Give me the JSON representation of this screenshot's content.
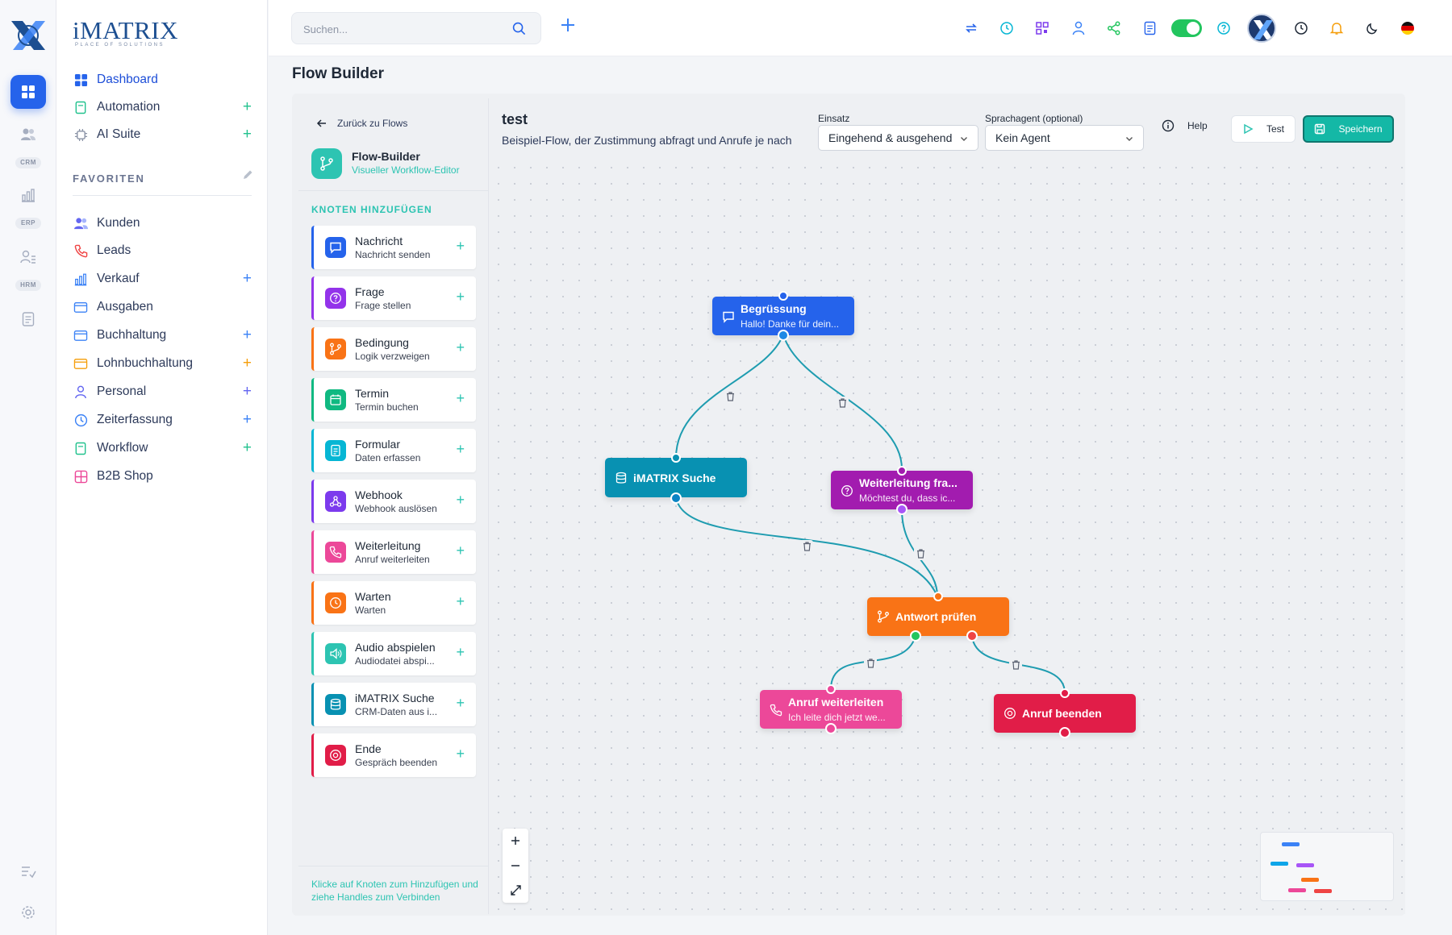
{
  "app": {
    "brand_name": "iMATRIX",
    "brand_tagline": "PLACE OF SOLUTIONS"
  },
  "rail": {
    "tags": [
      "CRM",
      "ERP",
      "HRM"
    ],
    "icons": [
      "grid-icon",
      "users-icon",
      "chart-icon",
      "user-list-icon",
      "document-icon",
      "tasks-icon",
      "gear-icon"
    ]
  },
  "sidebar": {
    "items": [
      {
        "label": "Dashboard",
        "icon": "grid-icon",
        "active": true,
        "plus": false
      },
      {
        "label": "Automation",
        "icon": "document-icon",
        "plus": true
      },
      {
        "label": "AI Suite",
        "icon": "chip-icon",
        "plus": true
      }
    ],
    "favorites_title": "FAVORITEN",
    "favorites": [
      {
        "label": "Kunden",
        "icon": "users-icon",
        "plus": false
      },
      {
        "label": "Leads",
        "icon": "phone-icon",
        "plus": false
      },
      {
        "label": "Verkauf",
        "icon": "chart-icon",
        "plus": true
      },
      {
        "label": "Ausgaben",
        "icon": "wallet-icon",
        "plus": false
      },
      {
        "label": "Buchhaltung",
        "icon": "wallet-icon",
        "plus": true
      },
      {
        "label": "Lohnbuchhaltung",
        "icon": "wallet-icon",
        "plus": true
      },
      {
        "label": "Personal",
        "icon": "user-icon",
        "plus": true
      },
      {
        "label": "Zeiterfassung",
        "icon": "clock-icon",
        "plus": true
      },
      {
        "label": "Workflow",
        "icon": "document-icon",
        "plus": true
      },
      {
        "label": "B2B Shop",
        "icon": "shop-icon",
        "plus": false
      }
    ]
  },
  "topbar": {
    "search_placeholder": "Suchen...",
    "plus": "+"
  },
  "page": {
    "title": "Flow Builder"
  },
  "panel": {
    "back_label": "Zurück zu Flows",
    "title": "Flow-Builder",
    "subtitle": "Visueller Workflow-Editor",
    "section_title": "KNOTEN HINZUFÜGEN",
    "plus": "+",
    "hint": "Klicke auf Knoten zum Hinzufügen und ziehe Handles zum Verbinden",
    "nodes": [
      {
        "title": "Nachricht",
        "subtitle": "Nachricht senden",
        "color": "#2563eb",
        "icon": "message-icon"
      },
      {
        "title": "Frage",
        "subtitle": "Frage stellen",
        "color": "#9333ea",
        "icon": "question-icon"
      },
      {
        "title": "Bedingung",
        "subtitle": "Logik verzweigen",
        "color": "#f97316",
        "icon": "branch-icon"
      },
      {
        "title": "Termin",
        "subtitle": "Termin buchen",
        "color": "#10b981",
        "icon": "calendar-icon"
      },
      {
        "title": "Formular",
        "subtitle": "Daten erfassen",
        "color": "#06b6d4",
        "icon": "form-icon"
      },
      {
        "title": "Webhook",
        "subtitle": "Webhook auslösen",
        "color": "#7c3aed",
        "icon": "webhook-icon"
      },
      {
        "title": "Weiterleitung",
        "subtitle": "Anruf weiterleiten",
        "color": "#ec4899",
        "icon": "phone-icon"
      },
      {
        "title": "Warten",
        "subtitle": "Warten",
        "color": "#f97316",
        "icon": "clock-icon"
      },
      {
        "title": "Audio abspielen",
        "subtitle": "Audiodatei abspi...",
        "color": "#2dc4b2",
        "icon": "audio-icon"
      },
      {
        "title": "iMATRIX Suche",
        "subtitle": "CRM-Daten aus i...",
        "color": "#0891b2",
        "icon": "database-icon"
      },
      {
        "title": "Ende",
        "subtitle": "Gespräch beenden",
        "color": "#e11d48",
        "icon": "stop-icon"
      }
    ]
  },
  "flow": {
    "name": "test",
    "description": "Beispiel-Flow, der Zustimmung abfragt und Anrufe je nach",
    "einsatz_label": "Einsatz",
    "einsatz_value": "Eingehend & ausgehend",
    "agent_label": "Sprachagent (optional)",
    "agent_value": "Kein Agent",
    "help_label": "Help",
    "test_label": "Test",
    "save_label": "Speichern"
  },
  "canvas": {
    "nodes": [
      {
        "id": "greet",
        "title": "Begrüssung",
        "subtitle": "Hallo! Danke für dein...",
        "color": "#2563eb",
        "icon": "message-icon"
      },
      {
        "id": "search",
        "title": "iMATRIX Suche",
        "subtitle": "",
        "color": "#0891b2",
        "icon": "database-icon"
      },
      {
        "id": "forward_q",
        "title": "Weiterleitung fra...",
        "subtitle": "Möchtest du, dass ic...",
        "color": "#a21caf",
        "icon": "question-icon"
      },
      {
        "id": "check",
        "title": "Antwort prüfen",
        "subtitle": "",
        "color": "#f97316",
        "icon": "branch-icon"
      },
      {
        "id": "forward",
        "title": "Anruf weiterleiten",
        "subtitle": "Ich leite dich jetzt we...",
        "color": "#ec4899",
        "icon": "phone-icon"
      },
      {
        "id": "end",
        "title": "Anruf beenden",
        "subtitle": "",
        "color": "#e11d48",
        "icon": "stop-icon"
      }
    ],
    "zoom_in": "+",
    "zoom_out": "−",
    "fit": "fit-icon"
  },
  "colors": {
    "accent": "#2563eb",
    "teal": "#2dc4b2",
    "edge": "#1e9cb0",
    "plus_green": "#22c28e",
    "plus_orange": "#f59e0b"
  }
}
